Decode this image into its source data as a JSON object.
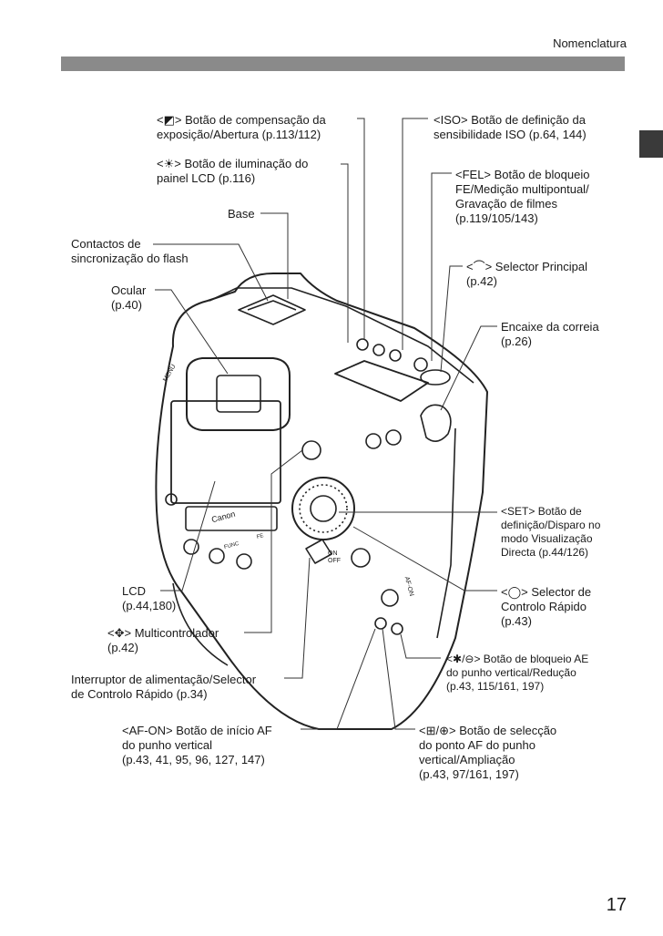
{
  "header": {
    "title": "Nomenclatura"
  },
  "page_number": "17",
  "labels": {
    "exposure_comp": {
      "lines": [
        "<◩> Botão de compensação da",
        "exposição/Abertura (p.113/112)"
      ]
    },
    "lcd_illumination": {
      "lines": [
        "<☀> Botão de iluminação do",
        "painel LCD (p.116)"
      ]
    },
    "base": {
      "lines": [
        "Base"
      ]
    },
    "sync_contacts": {
      "lines": [
        "Contactos de",
        "sincronização do flash"
      ]
    },
    "eyepiece": {
      "lines": [
        "Ocular",
        "(p.40)"
      ]
    },
    "iso": {
      "lines": [
        "<ISO> Botão de definição da",
        "sensibilidade ISO  (p.64, 144)"
      ]
    },
    "fel": {
      "lines": [
        "<FEL> Botão de bloqueio",
        "FE/Medição multipontual/",
        "Gravação de filmes",
        "(p.119/105/143)"
      ]
    },
    "main_dial": {
      "lines": [
        "<⌒> Selector Principal",
        "(p.42)"
      ]
    },
    "strap_mount": {
      "lines": [
        "Encaixe da correia",
        "(p.26)"
      ]
    },
    "set_button": {
      "lines": [
        "<SET> Botão de",
        "definição/Disparo no",
        "modo Visualização",
        "Directa (p.44/126)"
      ]
    },
    "quick_control_dial": {
      "lines": [
        "<◯> Selector de",
        "Controlo Rápido",
        "(p.43)"
      ]
    },
    "lcd": {
      "lines": [
        "LCD",
        "(p.44,180)"
      ]
    },
    "multicontroller": {
      "lines": [
        "<✥> Multicontrolador",
        "(p.42)"
      ]
    },
    "vertical_ae_lock": {
      "lines": [
        "<✱/⊖> Botão de bloqueio AE",
        "do punho vertical/Redução",
        "(p.43, 115/161, 197)"
      ]
    },
    "power_switch": {
      "lines": [
        "Interruptor de alimentação/Selector",
        "de Controlo Rápido  (p.34)"
      ]
    },
    "af_on": {
      "lines": [
        "<AF-ON> Botão de início AF",
        "do punho vertical",
        "(p.43, 41, 95, 96, 127, 147)"
      ]
    },
    "af_point": {
      "lines": [
        "<⊞/⊕> Botão de selecção",
        "do ponto AF do punho",
        "vertical/Ampliação",
        "(p.43, 97/161, 197)"
      ]
    }
  },
  "camera": {
    "brand": "Canon",
    "buttons": [
      "MENU",
      "ON",
      "OFF",
      "AF-ON",
      "FUNC",
      "FE"
    ]
  }
}
